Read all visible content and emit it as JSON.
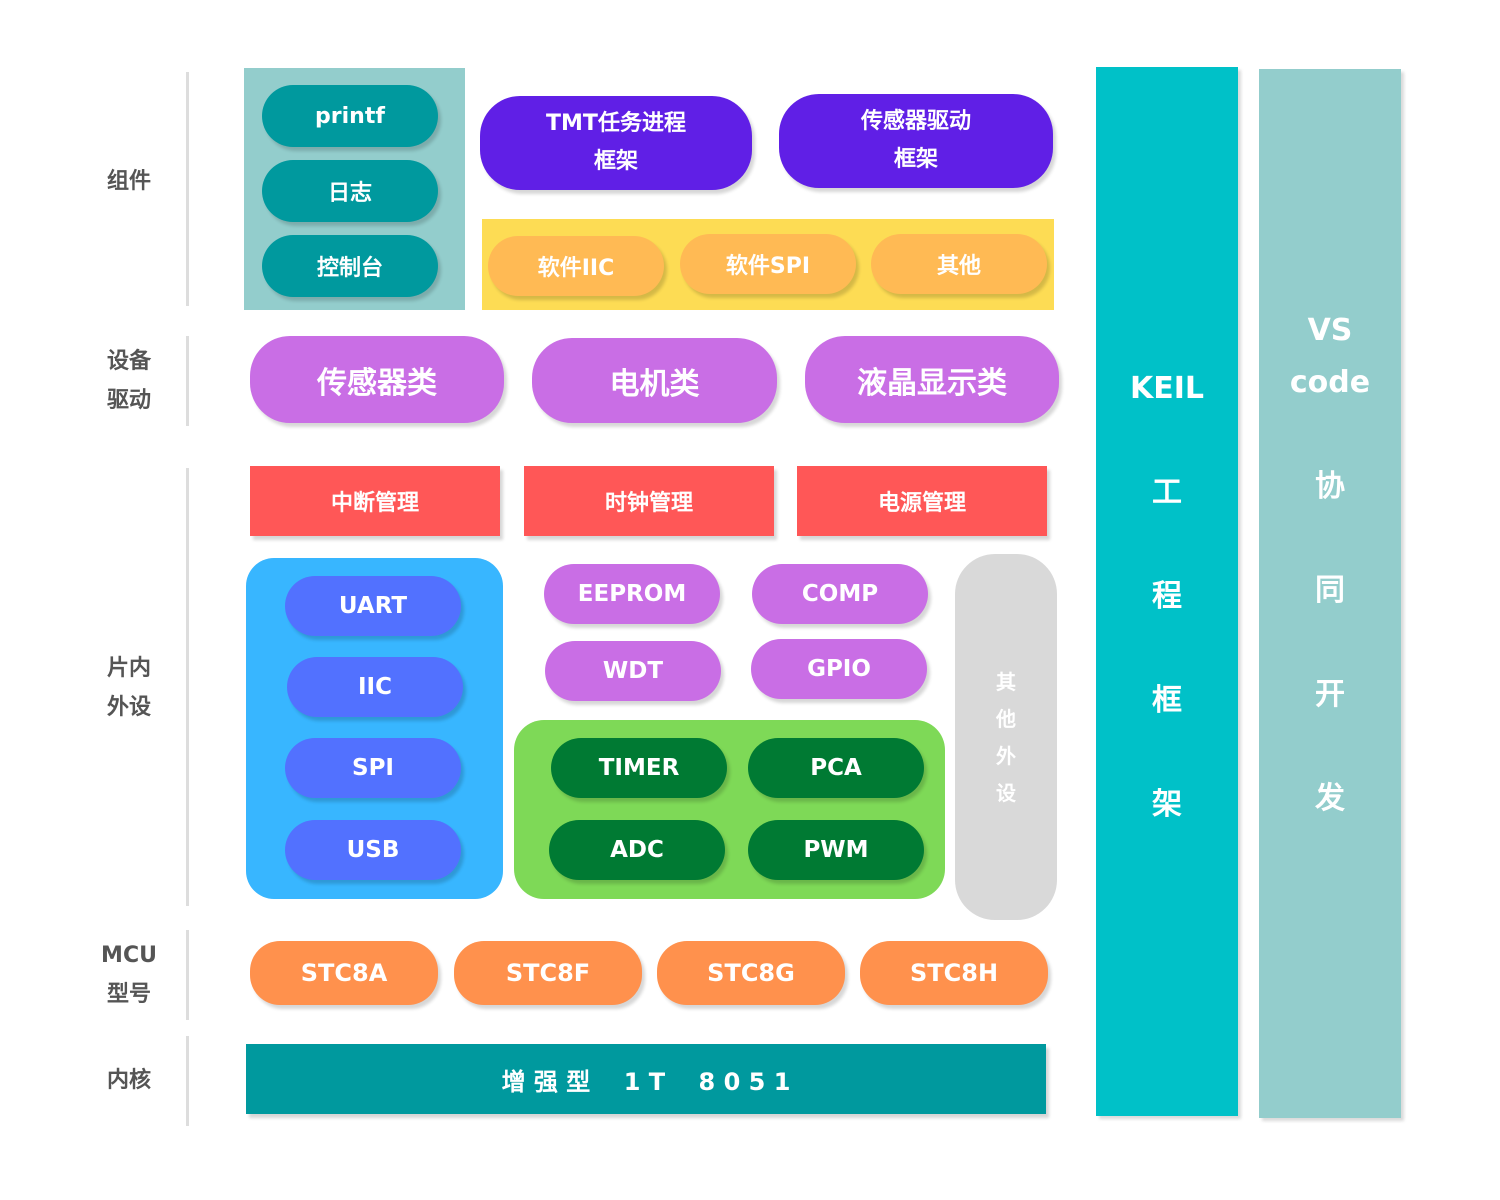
{
  "layers": {
    "components": "组件",
    "device_driver": [
      "设备",
      "驱动"
    ],
    "onchip": [
      "片内",
      "外设"
    ],
    "mcu": [
      "MCU",
      "型号"
    ],
    "core": "内核"
  },
  "components": {
    "tools": [
      "printf",
      "日志",
      "控制台"
    ],
    "tmt": [
      "TMT任务进程",
      "框架"
    ],
    "sensor_fw": [
      "传感器驱动",
      "框架"
    ],
    "soft": [
      "软件IIC",
      "软件SPI",
      "其他"
    ]
  },
  "drivers": [
    "传感器类",
    "电机类",
    "液晶显示类"
  ],
  "management": [
    "中断管理",
    "时钟管理",
    "电源管理"
  ],
  "comm": [
    "UART",
    "IIC",
    "SPI",
    "USB"
  ],
  "misc": [
    "EEPROM",
    "COMP",
    "WDT",
    "GPIO"
  ],
  "timers": [
    "TIMER",
    "PCA",
    "ADC",
    "PWM"
  ],
  "other_periph": [
    "其",
    "他",
    "外",
    "设"
  ],
  "mcus": [
    "STC8A",
    "STC8F",
    "STC8G",
    "STC8H"
  ],
  "core_bar": "增 强 型    1 T    8 0 5 1",
  "keil": [
    "KEIL",
    "工",
    "程",
    "框",
    "架"
  ],
  "vscode": [
    "VS",
    "code",
    "协",
    "同",
    "开",
    "发"
  ],
  "colors": {
    "teal_dark": "#00999e",
    "teal_light": "#93cdcc",
    "cyan": "#00c1c8",
    "violet": "#601fe6",
    "yellow": "#fddc54",
    "orange_light": "#ffba54",
    "purple": "#c96ee5",
    "red": "#ff5757",
    "blue": "#38b6ff",
    "blue_pill": "#5271ff",
    "green": "#7ed957",
    "green_dark": "#007a33",
    "grey": "#d9d9d9",
    "orange": "#ff914d"
  }
}
